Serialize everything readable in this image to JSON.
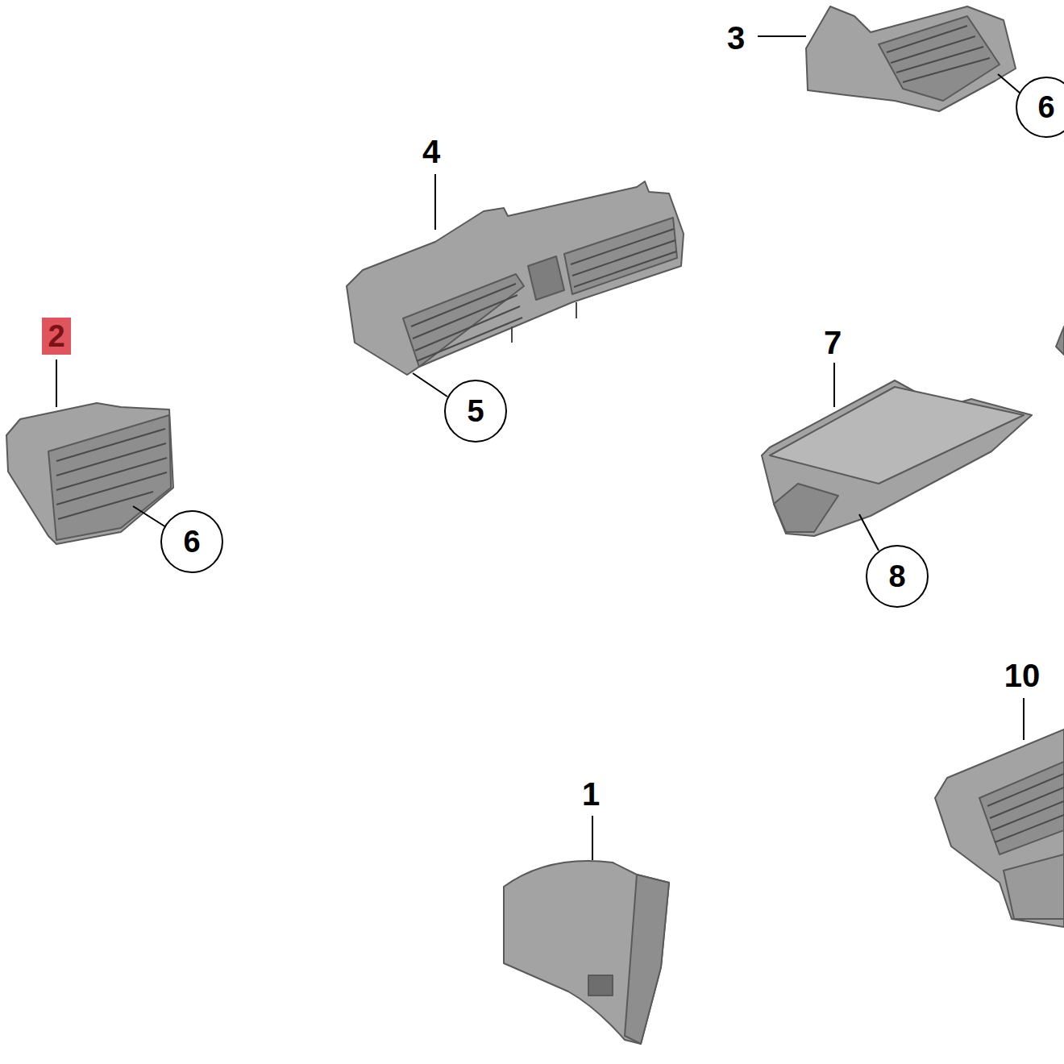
{
  "diagram": {
    "nodes": [
      {
        "text": [
          "6"
        ]
      },
      {
        "text": [
          "2"
        ]
      },
      {
        "text": [
          "5"
        ]
      },
      {
        "text": [
          "6"
        ]
      },
      {
        "text": [
          "8"
        ]
      }
    ],
    "labels": [
      "3",
      "4",
      "7",
      "10",
      "1"
    ]
  }
}
